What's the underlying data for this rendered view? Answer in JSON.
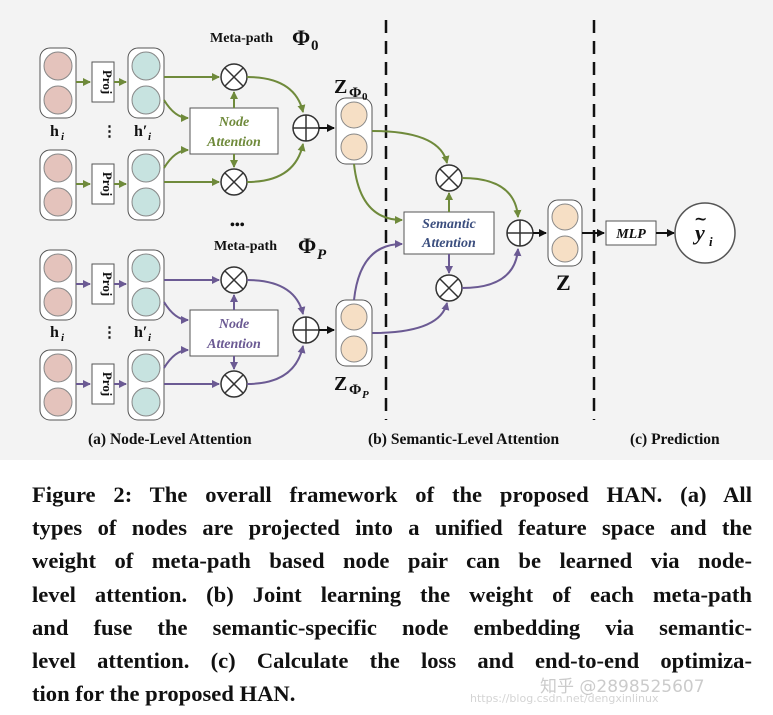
{
  "figure": {
    "metapath_top": "Meta-path",
    "phi0": "Φ",
    "phi0_sub": "0",
    "metapath_bottom": "Meta-path",
    "phiP": "Φ",
    "phiP_sub": "P",
    "proj": "Proj",
    "h_i": "h",
    "h_i_prime": "h′",
    "sub_i": "i",
    "dots_vertical": "⋮",
    "dots_ellipsis": "•••",
    "node_attention_line1": "Node",
    "node_attention_line2": "Attention",
    "semantic_attention_line1": "Semantic",
    "semantic_attention_line2": "Attention",
    "z_label": "Z",
    "z_phi0_sub": "Φ",
    "z_phi0_subsub": "0",
    "z_phiP_sub": "Φ",
    "z_phiP_subsub": "P",
    "mlp": "MLP",
    "y_hat": "y",
    "y_sub": "i",
    "section_a": "(a) Node-Level Attention",
    "section_b": "(b) Semantic-Level Attention",
    "section_c": "(c) Prediction",
    "colors": {
      "green": "#6f8a3b",
      "purple": "#6b5a93",
      "pink": "#e4c3bc",
      "cyan": "#c7e3e0",
      "peach": "#f6dfc5",
      "border": "#555555"
    }
  },
  "caption": {
    "lines": [
      "Figure 2: The overall framework of the proposed HAN. (a) All",
      "types of nodes are projected into a unified feature space and the",
      "weight of meta-path based node pair can be learned via node-",
      "level attention. (b) Joint learning the weight of each meta-path",
      "and fuse the semantic-specific node embedding via semantic-",
      "level attention. (c) Calculate the loss and end-to-end optimiza-",
      "tion for the proposed HAN."
    ]
  },
  "watermark": {
    "text": "知乎 @2898525607",
    "url_text": "https://blog.csdn.net/dengxinlinux"
  }
}
